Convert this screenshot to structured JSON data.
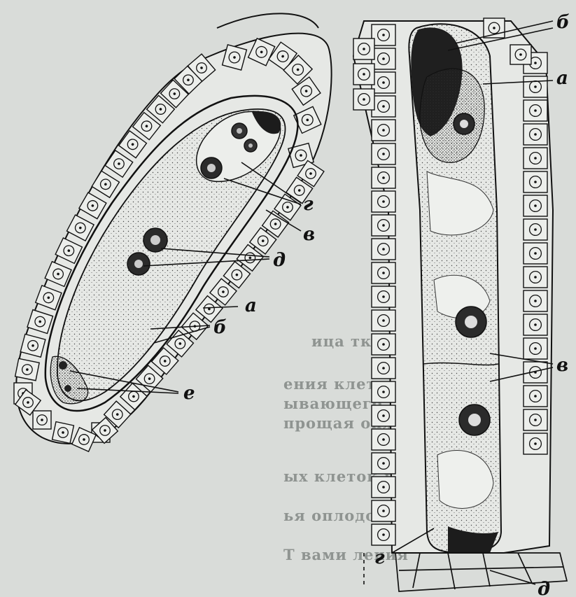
{
  "left_figure": {
    "labels": {
      "g": "г",
      "v": "в",
      "d": "д",
      "a": "а",
      "b": "б",
      "e": "е"
    }
  },
  "right_figure": {
    "labels": {
      "b": "б",
      "a": "а",
      "v": "в",
      "g": "г",
      "d": "д"
    }
  },
  "background_text": {
    "lines": [
      "ица тканями сем",
      "ения клетки-антиподы",
      "ывающего мешка, дегенер",
      "прощая оплодотворения",
      "ых клеток при помощи",
      "ья оплодотворения",
      "Т вами ления"
    ]
  },
  "colors": {
    "paper": "#d9dcd9",
    "ink": "#121212",
    "nucleus_dark": "#2a2a2a",
    "bleed_through": "#8f9491"
  }
}
